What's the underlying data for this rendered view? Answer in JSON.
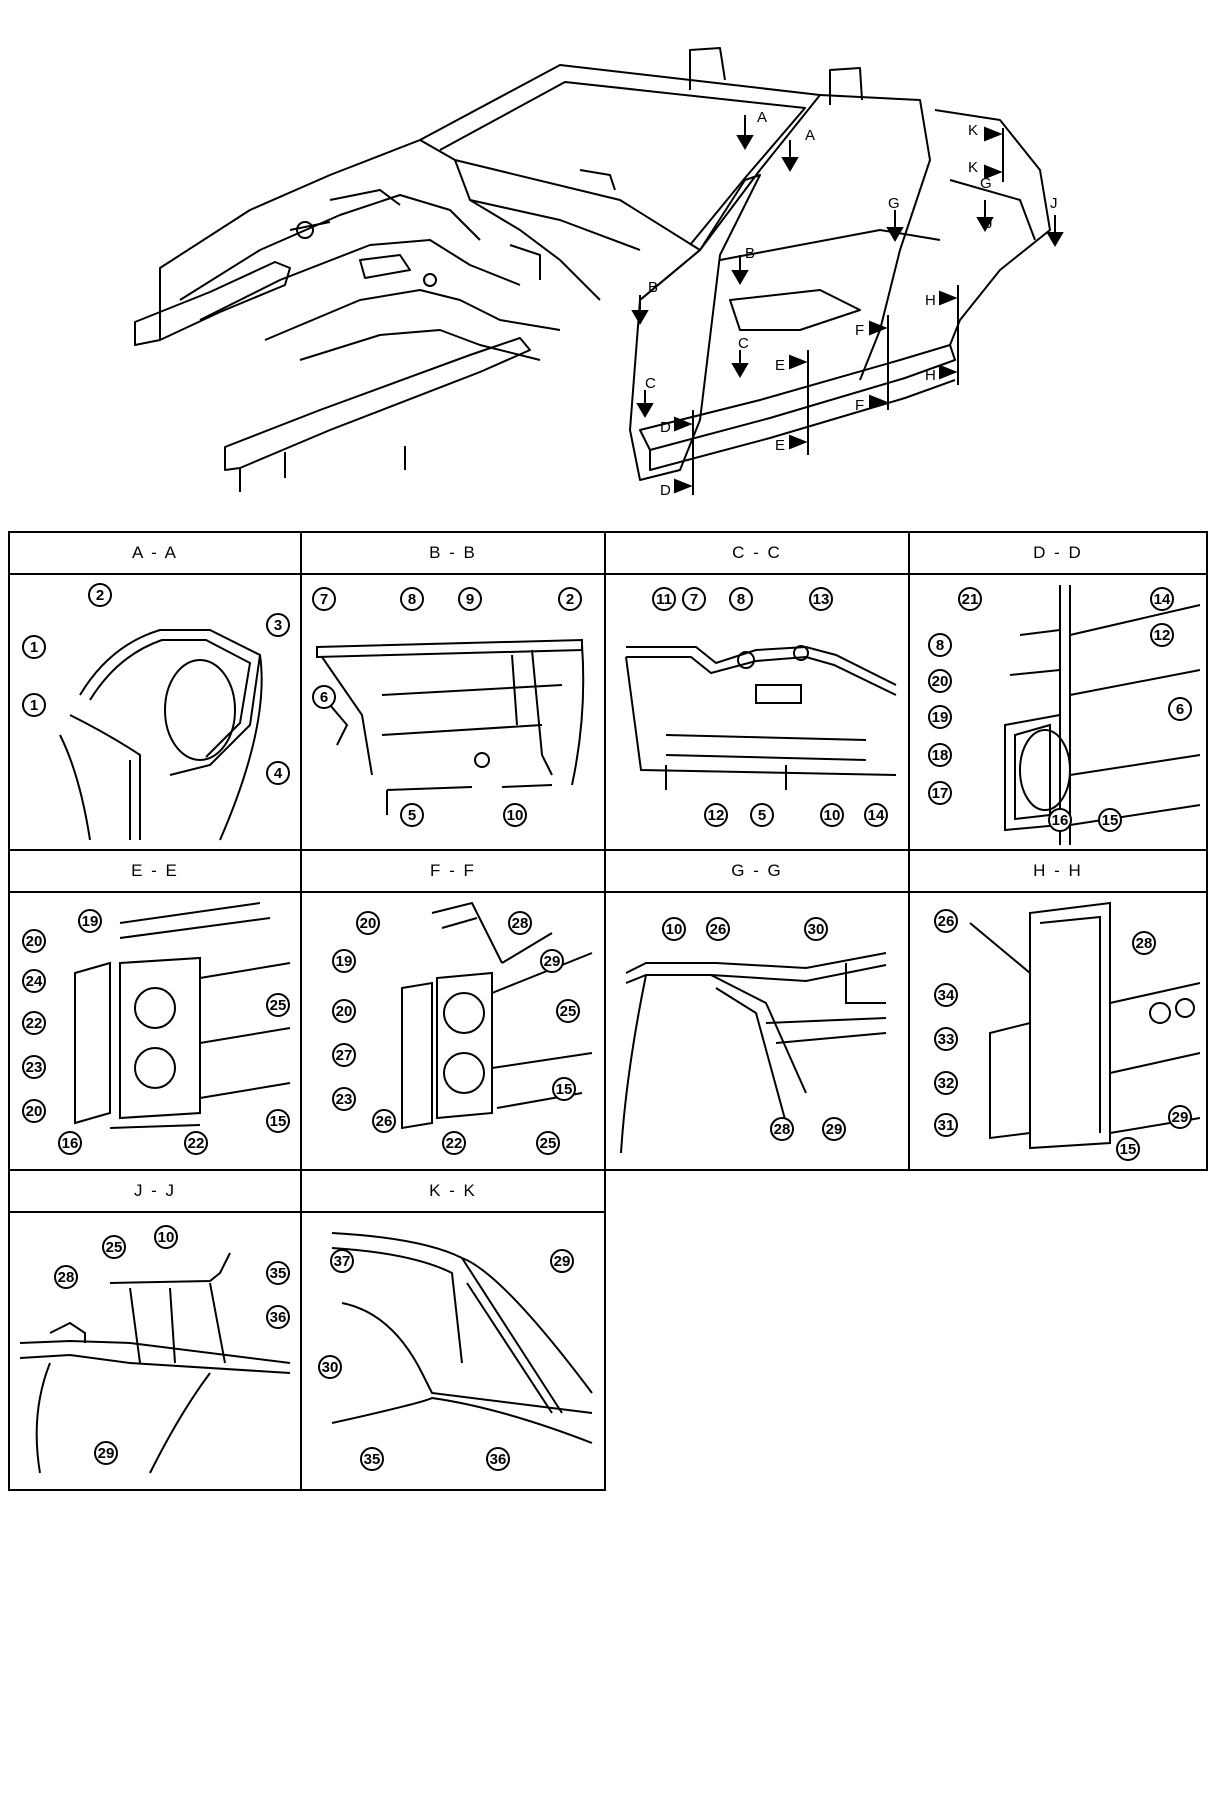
{
  "overview": {
    "section_markers": [
      {
        "id": "A",
        "label": "A"
      },
      {
        "id": "A2",
        "label": "A"
      },
      {
        "id": "B",
        "label": "B"
      },
      {
        "id": "B2",
        "label": "B"
      },
      {
        "id": "C",
        "label": "C"
      },
      {
        "id": "C2",
        "label": "C"
      },
      {
        "id": "D",
        "label": "D"
      },
      {
        "id": "D2",
        "label": "D"
      },
      {
        "id": "E",
        "label": "E"
      },
      {
        "id": "E2",
        "label": "E"
      },
      {
        "id": "F",
        "label": "F"
      },
      {
        "id": "F2",
        "label": "F"
      },
      {
        "id": "G",
        "label": "G"
      },
      {
        "id": "G2",
        "label": "G"
      },
      {
        "id": "H",
        "label": "H"
      },
      {
        "id": "H2",
        "label": "H"
      },
      {
        "id": "J",
        "label": "J"
      },
      {
        "id": "J2",
        "label": "J"
      },
      {
        "id": "K",
        "label": "K"
      },
      {
        "id": "K2",
        "label": "K"
      }
    ]
  },
  "sections": [
    {
      "title": "A - A",
      "callouts": [
        "1",
        "1",
        "2",
        "3",
        "4"
      ]
    },
    {
      "title": "B - B",
      "callouts": [
        "7",
        "8",
        "9",
        "2",
        "6",
        "5",
        "10"
      ]
    },
    {
      "title": "C - C",
      "callouts": [
        "11",
        "7",
        "8",
        "13",
        "12",
        "5",
        "10",
        "14"
      ]
    },
    {
      "title": "D - D",
      "callouts": [
        "21",
        "14",
        "12",
        "8",
        "20",
        "6",
        "19",
        "18",
        "17",
        "16",
        "15"
      ]
    },
    {
      "title": "E - E",
      "callouts": [
        "19",
        "20",
        "24",
        "25",
        "22",
        "23",
        "20",
        "15",
        "16",
        "22"
      ]
    },
    {
      "title": "F - F",
      "callouts": [
        "20",
        "28",
        "29",
        "19",
        "25",
        "20",
        "27",
        "15",
        "23",
        "26",
        "22",
        "25"
      ]
    },
    {
      "title": "G - G",
      "callouts": [
        "10",
        "26",
        "30",
        "28",
        "29"
      ]
    },
    {
      "title": "H - H",
      "callouts": [
        "26",
        "28",
        "34",
        "33",
        "32",
        "31",
        "29",
        "15"
      ]
    },
    {
      "title": "J - J",
      "callouts": [
        "10",
        "25",
        "28",
        "35",
        "36",
        "29"
      ]
    },
    {
      "title": "K - K",
      "callouts": [
        "37",
        "29",
        "30",
        "35",
        "36"
      ]
    }
  ]
}
